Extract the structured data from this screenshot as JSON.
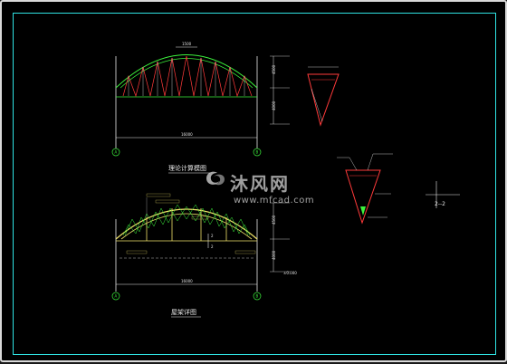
{
  "drawing": {
    "top_elevation": {
      "title": "理论计算模图",
      "span_label": "16000",
      "ridge_label": "1500",
      "right_dims": [
        "4500",
        "4000"
      ],
      "grid_a": "A",
      "grid_b": "B"
    },
    "bottom_elevation": {
      "title": "屋架详图",
      "span_label": "16000",
      "right_dims": [
        "4500",
        "4000",
        "±0.000"
      ],
      "grid_a": "A",
      "grid_b": "B",
      "marker": "2"
    },
    "section": {
      "label": "2--2"
    }
  },
  "watermark": {
    "brand": "沐风网",
    "url": "www.mfcad.com"
  },
  "colors": {
    "cyan": "#2fe3e3",
    "green": "#3cf23c",
    "red": "#ff3a3a",
    "yellow": "#f0e36a",
    "white": "#e9e9e9"
  }
}
